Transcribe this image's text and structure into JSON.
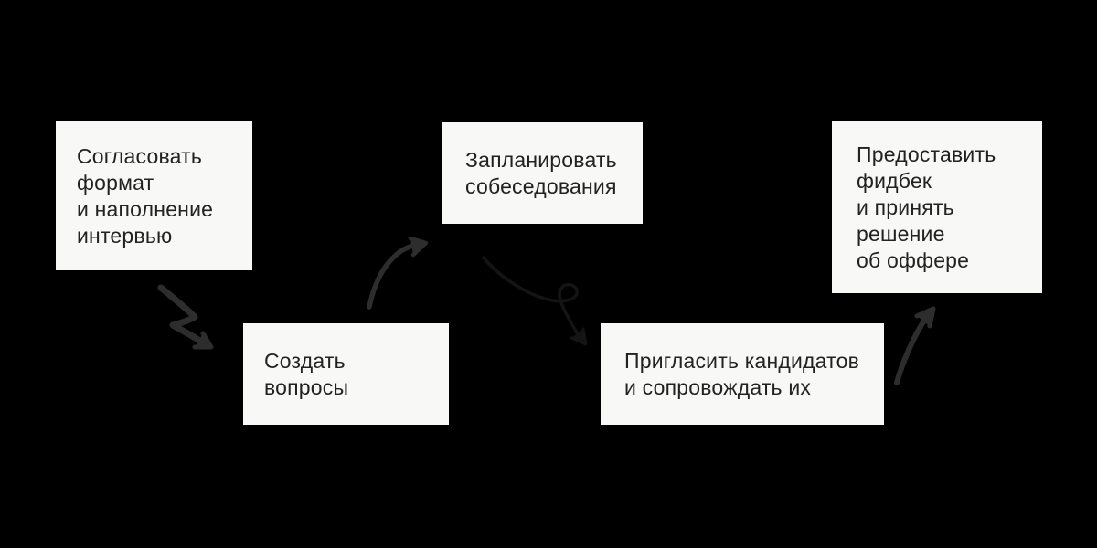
{
  "palette": {
    "background": "#000000",
    "node_fill": "#f8f8f6",
    "node_text": "#222222",
    "arrow_color": "#2d2d2d",
    "arrow_faint_color": "#141414"
  },
  "diagram": {
    "type": "flowchart",
    "language": "ru",
    "nodes": [
      {
        "id": "agree-format",
        "label": "Согласовать\nформат\nи наполнение\nинтервью"
      },
      {
        "id": "create-questions",
        "label": "Создать\nвопросы"
      },
      {
        "id": "schedule-interviews",
        "label": "Запланировать\nсобеседования"
      },
      {
        "id": "invite-candidates",
        "label": "Пригласить кандидатов\nи сопровождать их"
      },
      {
        "id": "give-feedback",
        "label": "Предоставить\nфидбек\nи принять\nрешение\nоб оффере"
      }
    ],
    "edges": [
      {
        "from": "agree-format",
        "to": "create-questions",
        "style": "hand-drawn zigzag"
      },
      {
        "from": "create-questions",
        "to": "schedule-interviews",
        "style": "hand-drawn curve"
      },
      {
        "from": "schedule-interviews",
        "to": "invite-candidates",
        "style": "hand-drawn loop, faint thin"
      },
      {
        "from": "invite-candidates",
        "to": "give-feedback",
        "style": "hand-drawn curve"
      }
    ]
  }
}
